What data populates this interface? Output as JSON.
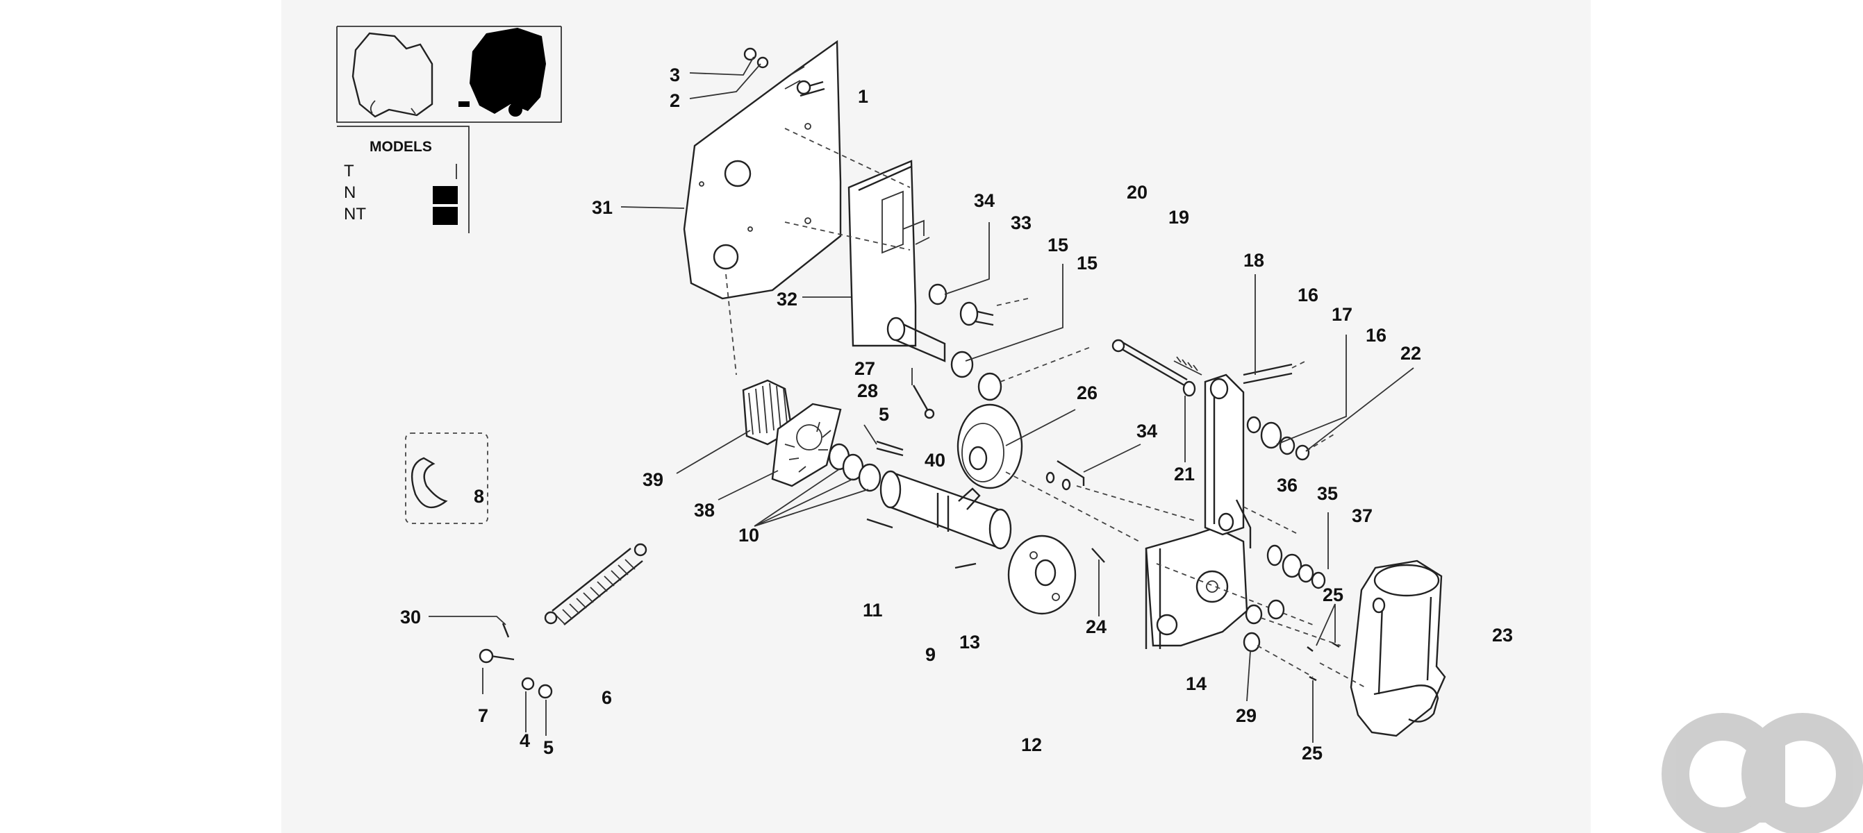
{
  "models_panel": {
    "heading": "MODELS",
    "rows": [
      {
        "code": "T",
        "marked": false
      },
      {
        "code": "N",
        "marked": true
      },
      {
        "code": "NT",
        "marked": true
      }
    ]
  },
  "callouts": {
    "c1": "1",
    "c2": "2",
    "c3": "3",
    "c4": "4",
    "c5a": "5",
    "c5b": "5",
    "c6": "6",
    "c7": "7",
    "c8": "8",
    "c9": "9",
    "c10": "10",
    "c11": "11",
    "c12": "12",
    "c13": "13",
    "c14": "14",
    "c15a": "15",
    "c15b": "15",
    "c16a": "16",
    "c16b": "16",
    "c17": "17",
    "c18": "18",
    "c19": "19",
    "c20": "20",
    "c21": "21",
    "c22": "22",
    "c23": "23",
    "c24": "24",
    "c25a": "25",
    "c25b": "25",
    "c26": "26",
    "c27": "27",
    "c28": "28",
    "c29": "29",
    "c30": "30",
    "c31": "31",
    "c32": "32",
    "c33": "33",
    "c34a": "34",
    "c34b": "34",
    "c35": "35",
    "c36": "36",
    "c37": "37",
    "c38": "38",
    "c39": "39",
    "c40": "40"
  },
  "colors": {
    "ink": "#111111",
    "paper": "#f5f5f5",
    "watermark": "#cccccc"
  },
  "watermark_logo": "ao"
}
